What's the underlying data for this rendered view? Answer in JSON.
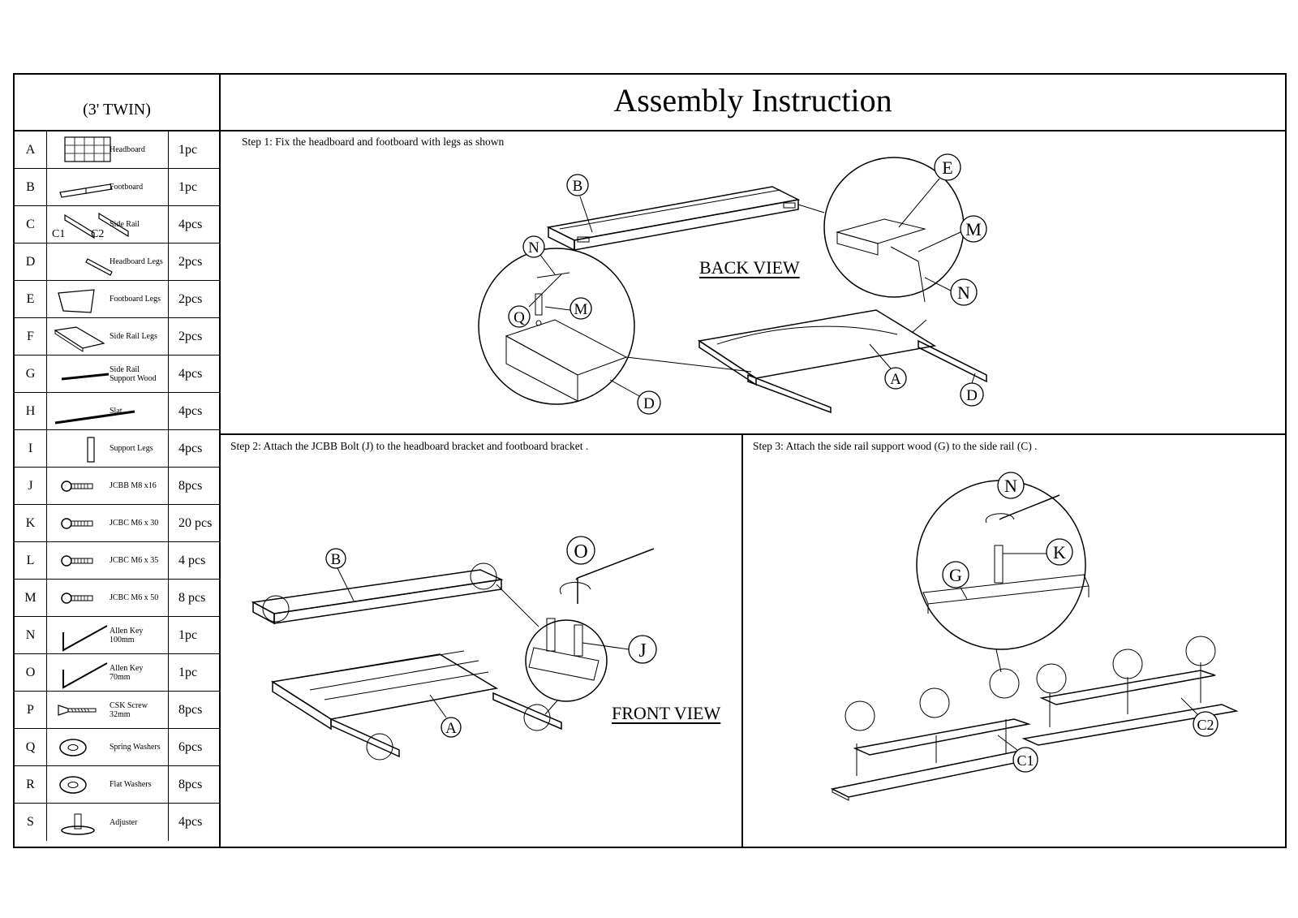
{
  "header": {
    "variant": "(3' TWIN)",
    "title": "Assembly Instruction"
  },
  "parts": [
    {
      "letter": "A",
      "name": "Headboard",
      "qty": "1pc",
      "icon": "headboard-icon"
    },
    {
      "letter": "B",
      "name": "Footboard",
      "qty": "1pc",
      "icon": "footboard-icon"
    },
    {
      "letter": "C",
      "name": "Side Rail",
      "qty": "4pcs",
      "icon": "side-rail-icon",
      "sublabels": [
        "C1",
        "C2"
      ]
    },
    {
      "letter": "D",
      "name": "Headboard Legs",
      "qty": "2pcs",
      "icon": "headboard-leg-icon"
    },
    {
      "letter": "E",
      "name": "Footboard Legs",
      "qty": "2pcs",
      "icon": "footboard-leg-icon"
    },
    {
      "letter": "F",
      "name": "Side Rail Legs",
      "qty": "2pcs",
      "icon": "side-rail-leg-icon"
    },
    {
      "letter": "G",
      "name": "Side Rail Support Wood",
      "qty": "4pcs",
      "icon": "support-wood-icon"
    },
    {
      "letter": "H",
      "name": "Slat",
      "qty": "4pcs",
      "icon": "slat-icon"
    },
    {
      "letter": "I",
      "name": "Support Legs",
      "qty": "4pcs",
      "icon": "support-leg-icon"
    },
    {
      "letter": "J",
      "name": "JCBB M8 x16",
      "qty": "8pcs",
      "icon": "bolt-icon"
    },
    {
      "letter": "K",
      "name": "JCBC M6 x 30",
      "qty": "20 pcs",
      "icon": "bolt-icon"
    },
    {
      "letter": "L",
      "name": "JCBC M6 x 35",
      "qty": "4 pcs",
      "icon": "bolt-icon"
    },
    {
      "letter": "M",
      "name": "JCBC M6 x 50",
      "qty": "8 pcs",
      "icon": "bolt-icon"
    },
    {
      "letter": "N",
      "name": "Allen Key 100mm",
      "qty": "1pc",
      "icon": "allen-key-icon"
    },
    {
      "letter": "O",
      "name": "Allen Key 70mm",
      "qty": "1pc",
      "icon": "allen-key-icon"
    },
    {
      "letter": "P",
      "name": "CSK Screw 32mm",
      "qty": "8pcs",
      "icon": "screw-icon"
    },
    {
      "letter": "Q",
      "name": "Spring Washers",
      "qty": "6pcs",
      "icon": "spring-washer-icon"
    },
    {
      "letter": "R",
      "name": "Flat Washers",
      "qty": "8pcs",
      "icon": "flat-washer-icon"
    },
    {
      "letter": "S",
      "name": "Adjuster",
      "qty": "4pcs",
      "icon": "adjuster-icon"
    }
  ],
  "steps": {
    "step1": {
      "text": "Step 1: Fix the headboard and footboard with legs as shown",
      "view_label": "BACK VIEW",
      "callouts": [
        "B",
        "E",
        "M",
        "N",
        "N",
        "Q",
        "M",
        "A",
        "D",
        "D"
      ]
    },
    "step2": {
      "text": "Step 2: Attach the JCBB Bolt (J) to the headboard bracket and footboard bracket  .",
      "view_label": "FRONT VIEW",
      "callouts": [
        "B",
        "O",
        "J",
        "A"
      ]
    },
    "step3": {
      "text": "Step 3: Attach the side rail support wood (G) to the side rail (C) .",
      "callouts": [
        "N",
        "K",
        "G",
        "C1",
        "C2"
      ]
    }
  }
}
